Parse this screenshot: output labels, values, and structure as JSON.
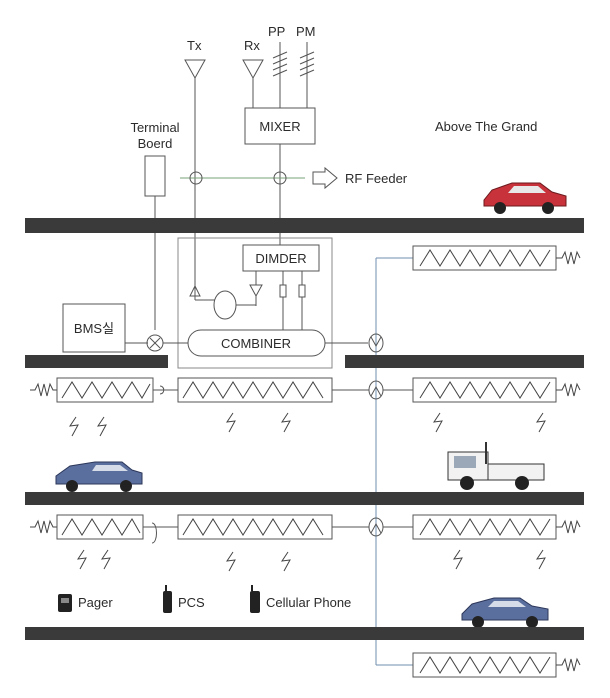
{
  "labels": {
    "tx": "Tx",
    "rx": "Rx",
    "pp": "PP",
    "pm": "PM",
    "mixer": "MIXER",
    "terminal_line1": "Terminal",
    "terminal_line2": "Boerd",
    "rf_feeder": "RF Feeder",
    "above": "Above The Grand",
    "dimder": "DIMDER",
    "combiner": "COMBINER",
    "bms": "BMS실"
  },
  "legend": [
    {
      "icon": "pager-icon",
      "label": "Pager"
    },
    {
      "icon": "pcs-phone-icon",
      "label": "PCS"
    },
    {
      "icon": "cellular-phone-icon",
      "label": "Cellular Phone"
    }
  ],
  "colors": {
    "floor": "#3a3a3a",
    "car_red": "#c8323a",
    "car_blue": "#5b6f9e",
    "wire_blue": "#6f8fb0",
    "wire_green": "#7aa37a"
  }
}
